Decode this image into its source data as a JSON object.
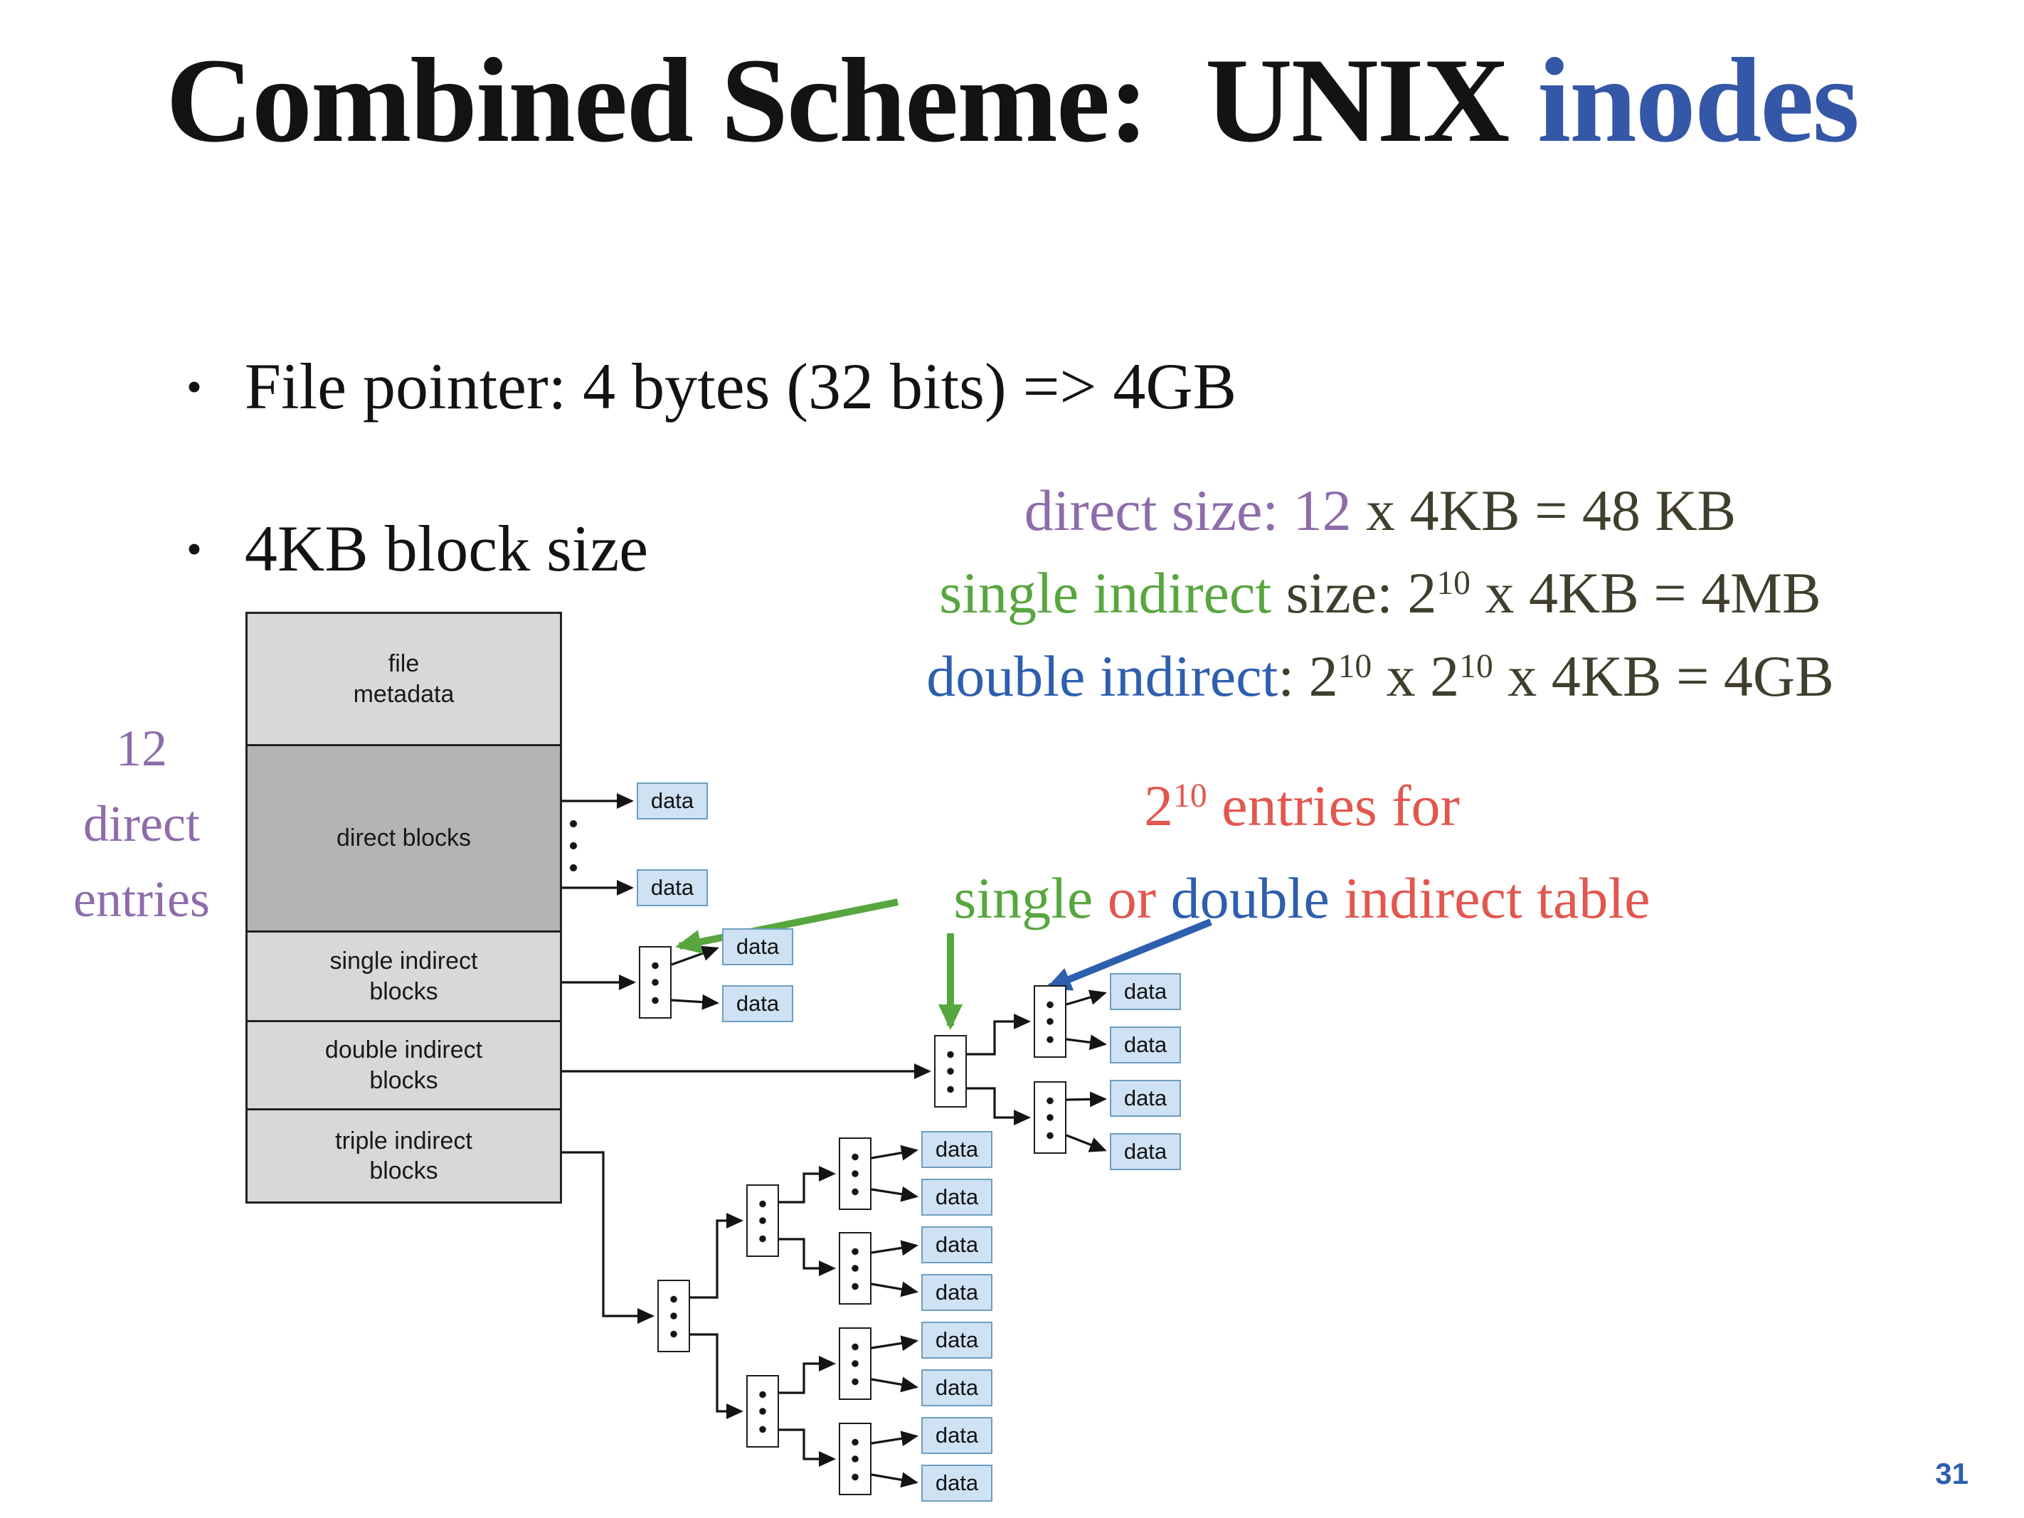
{
  "slide": {
    "title_black": "Combined Scheme:  UNIX ",
    "title_blue": "inodes",
    "bullets": [
      "File pointer: 4 bytes (32 bits) => 4GB",
      "4KB block size"
    ],
    "page_number": "31"
  },
  "annotations": {
    "left_label_lines": [
      "12",
      "direct",
      "entries"
    ],
    "direct_size": {
      "highlight": "direct size: 12",
      "rest": " x 4KB = 48 KB"
    },
    "single_size": {
      "highlight": "single indirect",
      "mid": " size: 2",
      "sup": "10",
      "rest": " x 4KB = 4MB"
    },
    "double_size": {
      "highlight": "double indirect",
      "mid": ": 2",
      "sup1": "10",
      "mid2": " x 2",
      "sup2": "10",
      "rest": " x 4KB = 4GB"
    },
    "entries_note": {
      "base": "2",
      "sup": "10",
      "rest": " entries for"
    },
    "table_note": {
      "single": "single",
      "or": " or ",
      "double": "double",
      "rest": " indirect table"
    }
  },
  "inode": {
    "rows": [
      {
        "label": "file metadata"
      },
      {
        "label": "direct blocks"
      },
      {
        "label": "single indirect blocks"
      },
      {
        "label": "double indirect blocks"
      },
      {
        "label": "triple indirect blocks"
      }
    ]
  },
  "diagram": {
    "data_label": "data"
  },
  "colors": {
    "purple": "#8e6cab",
    "green": "#57a63f",
    "blue": "#2d5fae",
    "red": "#e2574e",
    "title_blue": "#3457a7",
    "size_text": "#403f2e",
    "data_fill": "#cfe2f3",
    "data_border": "#6d9ec0"
  }
}
